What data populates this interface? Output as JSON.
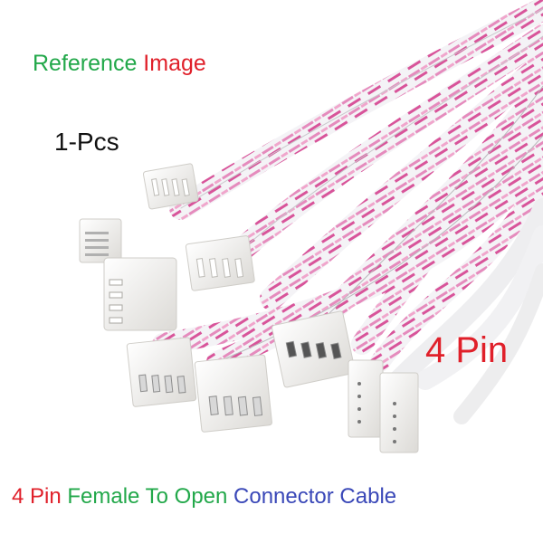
{
  "image": {
    "kind": "product-photo",
    "subject": "4 pin female connector to open-end ribbon cable bundle",
    "background": "#ffffff"
  },
  "header": {
    "reference_title": [
      {
        "text": "Reference ",
        "color": "#22a84a"
      },
      {
        "text": "Image",
        "color": "#e0202a"
      }
    ],
    "quantity_label": "1-Pcs",
    "quantity_color": "#111111"
  },
  "badge": {
    "pin_label": "4 Pin",
    "color": "#e0202a"
  },
  "caption": {
    "segments": [
      {
        "text": "4 Pin ",
        "color": "#e0202a"
      },
      {
        "text": "Female To Open ",
        "color": "#22a84a"
      },
      {
        "text": "Connector Cable",
        "color": "#3a48b8"
      }
    ]
  },
  "palette": {
    "cable_white": "#f4f3f6",
    "cable_pink": "#d8549a",
    "cable_light_pink": "#f0a6cc",
    "connector_white": "#f7f6f4",
    "connector_shadow": "#d9d7d3",
    "pin_metal": "#9a9a9a"
  }
}
